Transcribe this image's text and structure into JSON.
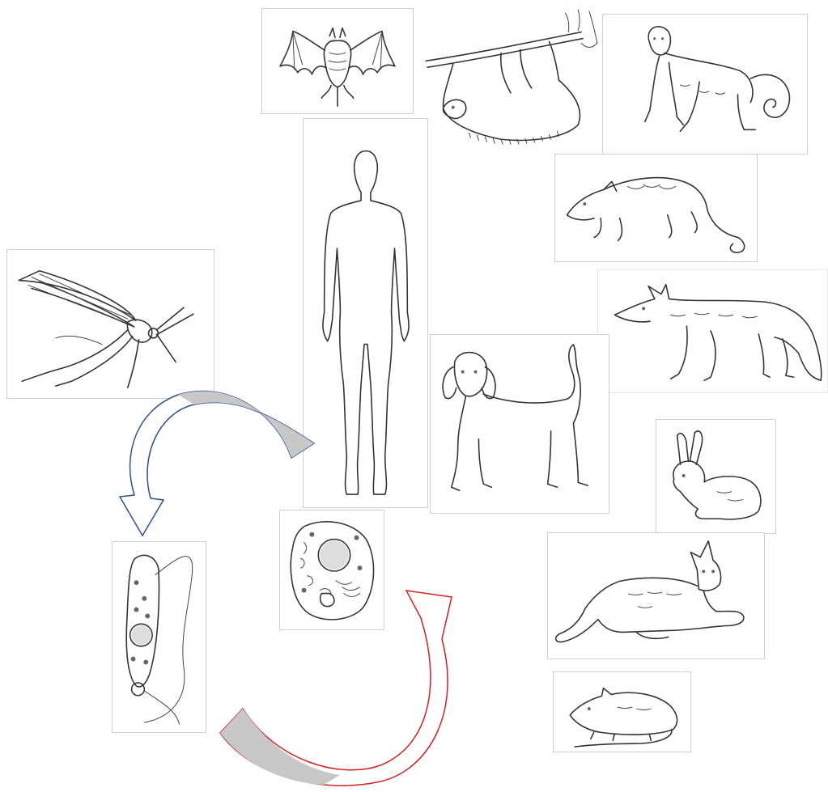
{
  "figure": {
    "hosts": [
      {
        "id": "bat",
        "icon": "bat-icon"
      },
      {
        "id": "sloth",
        "icon": "sloth-icon"
      },
      {
        "id": "monkey",
        "icon": "monkey-icon"
      },
      {
        "id": "human",
        "icon": "human-silhouette-icon"
      },
      {
        "id": "opossum",
        "icon": "opossum-icon"
      },
      {
        "id": "fox",
        "icon": "fox-icon"
      },
      {
        "id": "dog",
        "icon": "dog-icon"
      },
      {
        "id": "rabbit",
        "icon": "rabbit-icon"
      },
      {
        "id": "cat",
        "icon": "cat-icon"
      },
      {
        "id": "rat",
        "icon": "rat-icon"
      }
    ],
    "vector": {
      "id": "sandfly",
      "icon": "sandfly-icon"
    },
    "parasite_stages": [
      {
        "id": "promastigote",
        "icon": "promastigote-icon"
      },
      {
        "id": "amastigote",
        "icon": "amastigote-icon"
      }
    ],
    "arrows": [
      {
        "id": "host-to-promastigote",
        "color": "#2f4f8f",
        "fill": "#c8c8c8"
      },
      {
        "id": "promastigote-to-amastigote",
        "color": "#d42020",
        "fill": "#c8c8c8"
      }
    ]
  }
}
